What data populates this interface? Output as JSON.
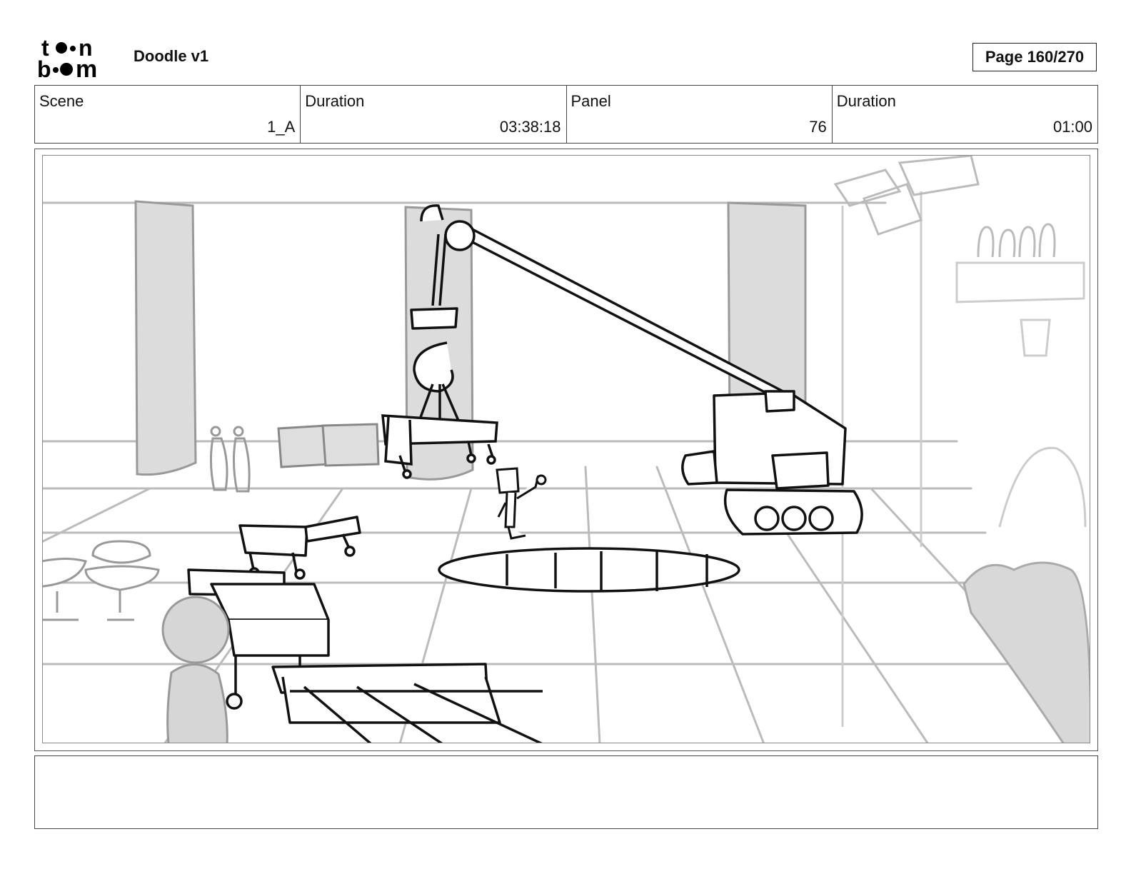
{
  "header": {
    "logo_text": "toon boom",
    "document_title": "Doodle v1",
    "page_label": "Page 160/270"
  },
  "info": [
    {
      "label": "Scene",
      "value": "1_A"
    },
    {
      "label": "Duration",
      "value": "03:38:18"
    },
    {
      "label": "Panel",
      "value": "76"
    },
    {
      "label": "Duration",
      "value": "01:00"
    }
  ],
  "notes": {
    "text": ""
  }
}
